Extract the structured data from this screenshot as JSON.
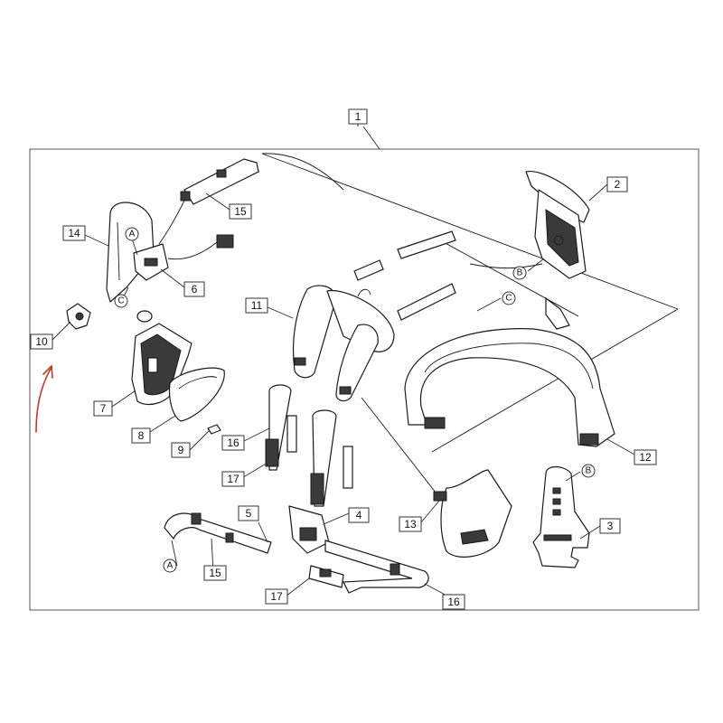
{
  "callouts": [
    {
      "id": "c1",
      "label": "1"
    },
    {
      "id": "c2",
      "label": "2"
    },
    {
      "id": "c3",
      "label": "3"
    },
    {
      "id": "c4",
      "label": "4"
    },
    {
      "id": "c5",
      "label": "5"
    },
    {
      "id": "c6",
      "label": "6"
    },
    {
      "id": "c7",
      "label": "7"
    },
    {
      "id": "c8",
      "label": "8"
    },
    {
      "id": "c9",
      "label": "9"
    },
    {
      "id": "c10",
      "label": "10"
    },
    {
      "id": "c11",
      "label": "11"
    },
    {
      "id": "c12",
      "label": "12"
    },
    {
      "id": "c13",
      "label": "13"
    },
    {
      "id": "c14",
      "label": "14"
    },
    {
      "id": "c15a",
      "label": "15"
    },
    {
      "id": "c15b",
      "label": "15"
    },
    {
      "id": "c16a",
      "label": "16"
    },
    {
      "id": "c16b",
      "label": "16"
    },
    {
      "id": "c17a",
      "label": "17"
    },
    {
      "id": "c17b",
      "label": "17"
    }
  ],
  "references": [
    {
      "id": "rA1",
      "label": "A"
    },
    {
      "id": "rA2",
      "label": "A"
    },
    {
      "id": "rB1",
      "label": "B"
    },
    {
      "id": "rB2",
      "label": "B"
    },
    {
      "id": "rC1",
      "label": "C"
    },
    {
      "id": "rC2",
      "label": "C"
    }
  ],
  "colors": {
    "line": "#1a1a1a",
    "annotation": "#c0392b"
  }
}
